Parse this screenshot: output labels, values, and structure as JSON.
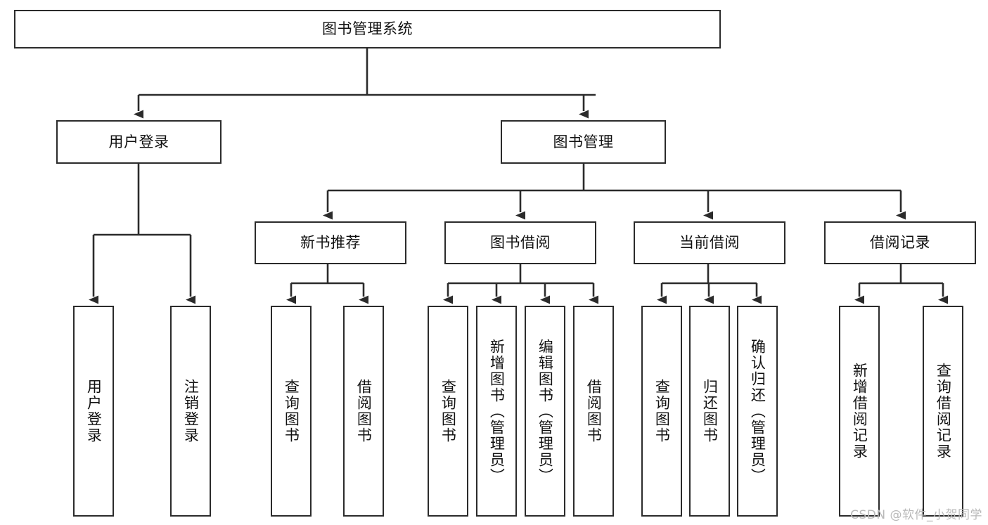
{
  "diagram": {
    "title": "图书管理系统",
    "type": "tree-hierarchy",
    "root": {
      "id": "root",
      "label": "图书管理系统"
    },
    "level2": [
      {
        "id": "user-login",
        "label": "用户登录"
      },
      {
        "id": "book-manage",
        "label": "图书管理"
      }
    ],
    "level3": [
      {
        "id": "new-book-recommend",
        "label": "新书推荐",
        "parent": "book-manage"
      },
      {
        "id": "book-borrow",
        "label": "图书借阅",
        "parent": "book-manage"
      },
      {
        "id": "current-borrow",
        "label": "当前借阅",
        "parent": "book-manage"
      },
      {
        "id": "borrow-record",
        "label": "借阅记录",
        "parent": "book-manage"
      }
    ],
    "leaves": [
      {
        "id": "leaf-user-login",
        "label": "用户登录",
        "parent": "user-login"
      },
      {
        "id": "leaf-logout",
        "label": "注销登录",
        "parent": "user-login"
      },
      {
        "id": "leaf-query-book-1",
        "label": "查询图书",
        "parent": "new-book-recommend"
      },
      {
        "id": "leaf-borrow-book-1",
        "label": "借阅图书",
        "parent": "new-book-recommend"
      },
      {
        "id": "leaf-query-book-2",
        "label": "查询图书",
        "parent": "book-borrow"
      },
      {
        "id": "leaf-add-book",
        "label": "新增图书（管理员）",
        "parent": "book-borrow"
      },
      {
        "id": "leaf-edit-book",
        "label": "编辑图书（管理员）",
        "parent": "book-borrow"
      },
      {
        "id": "leaf-borrow-book-2",
        "label": "借阅图书",
        "parent": "book-borrow"
      },
      {
        "id": "leaf-query-book-3",
        "label": "查询图书",
        "parent": "current-borrow"
      },
      {
        "id": "leaf-return-book",
        "label": "归还图书",
        "parent": "current-borrow"
      },
      {
        "id": "leaf-confirm-return",
        "label": "确认归还（管理员）",
        "parent": "current-borrow"
      },
      {
        "id": "leaf-add-record",
        "label": "新增借阅记录",
        "parent": "borrow-record"
      },
      {
        "id": "leaf-query-record",
        "label": "查询借阅记录",
        "parent": "borrow-record"
      }
    ]
  },
  "watermark": {
    "text": "CSDN @软件_小贺同学"
  },
  "colors": {
    "stroke": "#2b2b2b",
    "background": "#ffffff",
    "text": "#111111",
    "watermark": "#b9b9b9"
  }
}
